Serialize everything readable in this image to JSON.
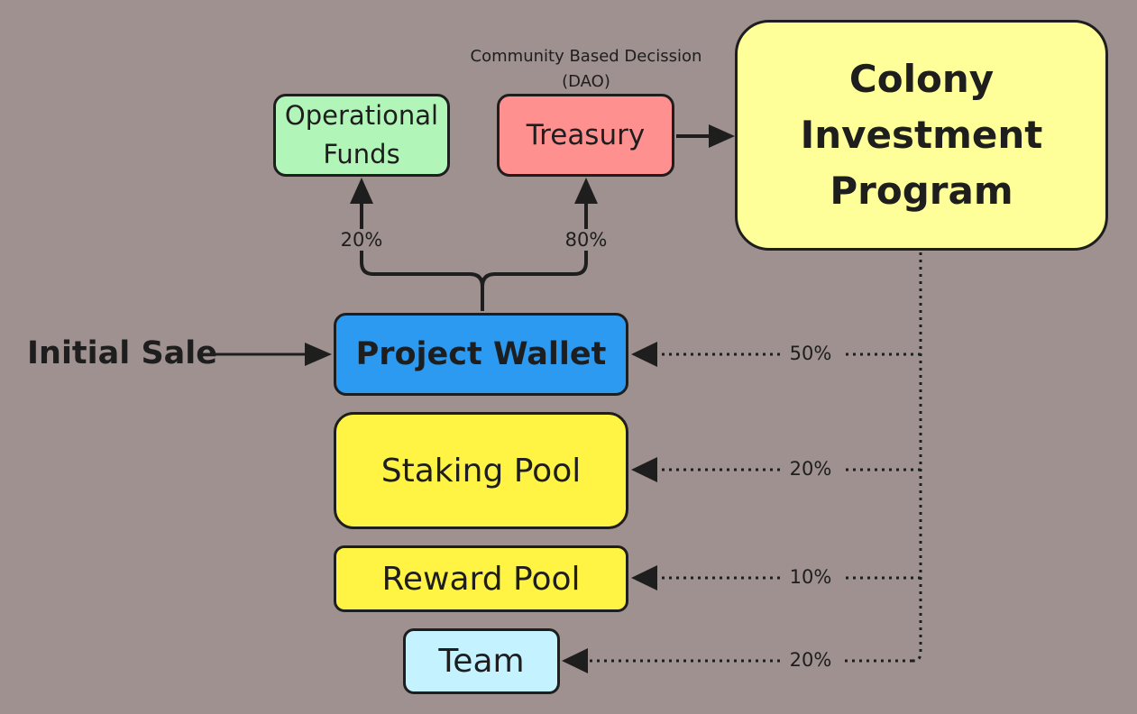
{
  "diagram": {
    "initial_sale": "Initial Sale",
    "project_wallet": "Project Wallet",
    "operational_funds": {
      "line1": "Operational",
      "line2": "Funds"
    },
    "treasury": "Treasury",
    "dao_note": {
      "line1": "Community Based Decission",
      "line2": "(DAO)"
    },
    "colony": {
      "line1": "Colony",
      "line2": "Investment",
      "line3": "Program"
    },
    "staking_pool": "Staking Pool",
    "reward_pool": "Reward Pool",
    "team": "Team",
    "split": {
      "operational_pct": "20%",
      "treasury_pct": "80%"
    },
    "allocations": {
      "project_wallet_pct": "50%",
      "staking_pool_pct": "20%",
      "reward_pool_pct": "10%",
      "team_pct": "20%"
    }
  },
  "colors": {
    "background": "#9e918f",
    "project_wallet": "#2b9af0",
    "operational_funds": "#b2f5b8",
    "treasury": "#ff9090",
    "colony": "#ffff99",
    "pools": "#fff444",
    "team": "#c4f3ff",
    "stroke": "#1e1e1e"
  }
}
